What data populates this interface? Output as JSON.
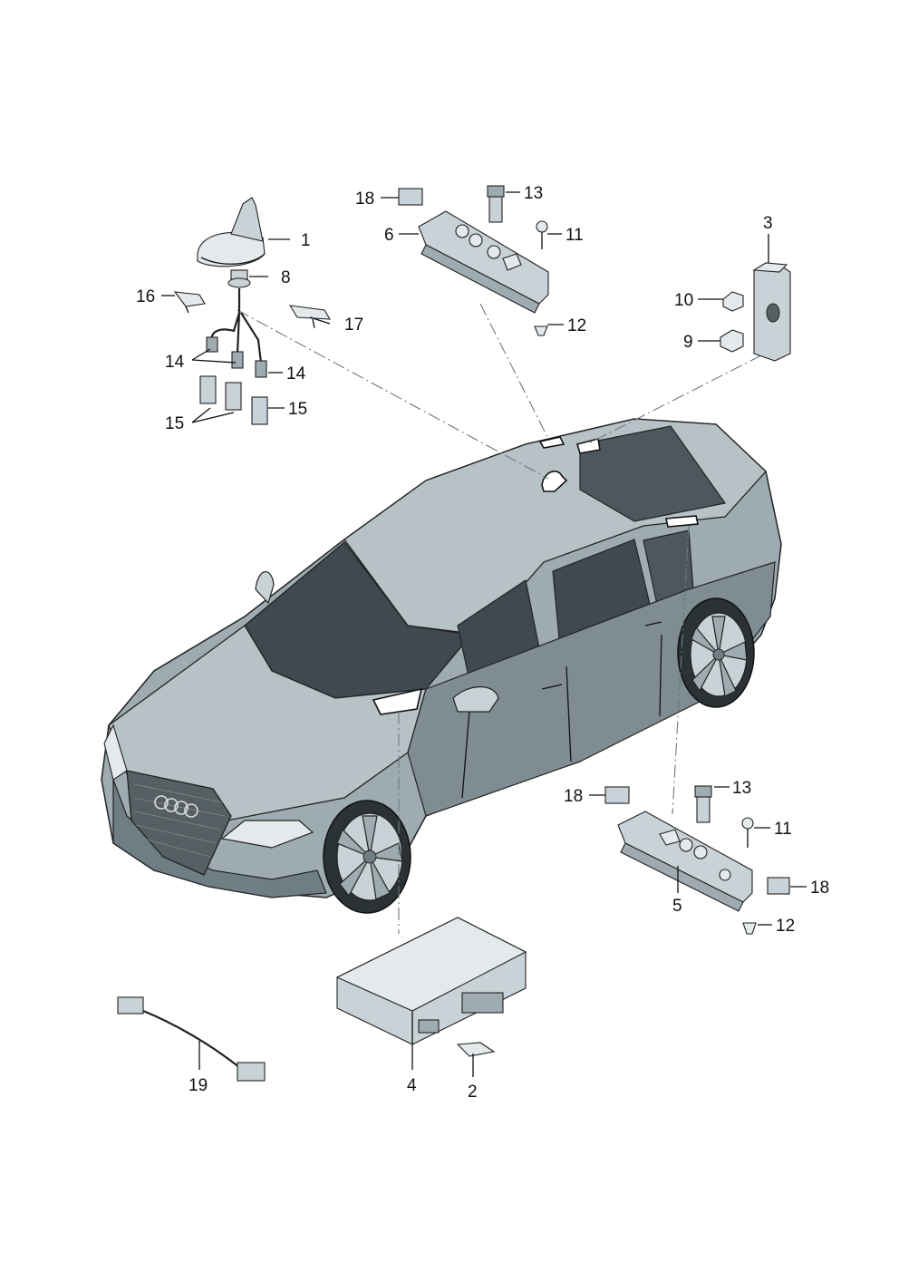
{
  "callouts": {
    "c1": "1",
    "c2": "2",
    "c3": "3",
    "c4": "4",
    "c5": "5",
    "c6": "6",
    "c8": "8",
    "c9": "9",
    "c10": "10",
    "c11a": "11",
    "c11b": "11",
    "c12a": "12",
    "c12b": "12",
    "c13a": "13",
    "c13b": "13",
    "c14a": "14",
    "c14b": "14",
    "c15a": "15",
    "c15b": "15",
    "c16": "16",
    "c17": "17",
    "c18a": "18",
    "c18b": "18",
    "c18c": "18",
    "c19": "19"
  },
  "colors": {
    "body_light": "#c9d2d6",
    "body_mid": "#9eabb1",
    "body_dark": "#6f7d84",
    "glass": "#3e4a50",
    "outline": "#222222"
  }
}
